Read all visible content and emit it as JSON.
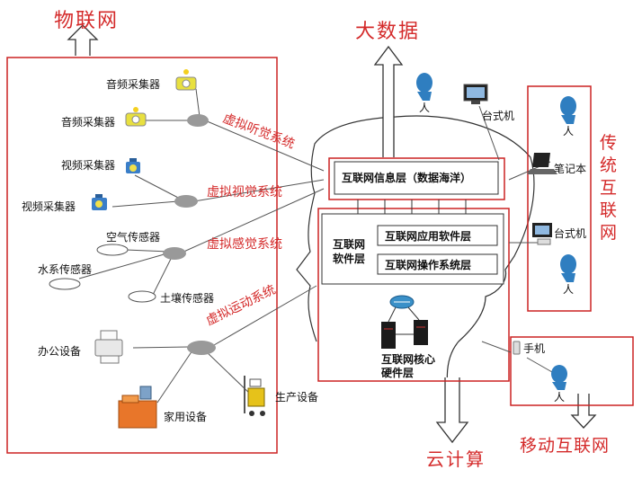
{
  "title_iot": "物联网",
  "title_bigdata": "大数据",
  "title_cloud": "云计算",
  "title_traditional": [
    "传",
    "统",
    "互",
    "联",
    "网"
  ],
  "title_mobile": "移动互联网",
  "iot": {
    "audio_collector_1": "音频采集器",
    "audio_collector_2": "音频采集器",
    "video_collector_1": "视频采集器",
    "video_collector_2": "视频采集器",
    "air_sensor": "空气传感器",
    "water_sensor": "水系传感器",
    "soil_sensor": "土壤传感器",
    "office_equipment": "办公设备",
    "home_equipment": "家用设备",
    "production_equipment": "生产设备"
  },
  "systems": {
    "hearing": "虚拟听觉系统",
    "vision": "虚拟视觉系统",
    "sensation": "虚拟感觉系统",
    "motion": "虚拟运动系统"
  },
  "brain": {
    "info_layer": "互联网信息层（数据海洋）",
    "software_layer": [
      "互联网",
      "软件层"
    ],
    "app_software": "互联网应用软件层",
    "os_layer": "互联网操作系统层",
    "core_hardware": [
      "互联网核心",
      "硬件层"
    ]
  },
  "traditional": {
    "desktop_top": "台式机",
    "laptop": "笔记本",
    "desktop_right": "台式机"
  },
  "mobile": {
    "phone": "手机",
    "person": "人"
  },
  "person_label": "人"
}
